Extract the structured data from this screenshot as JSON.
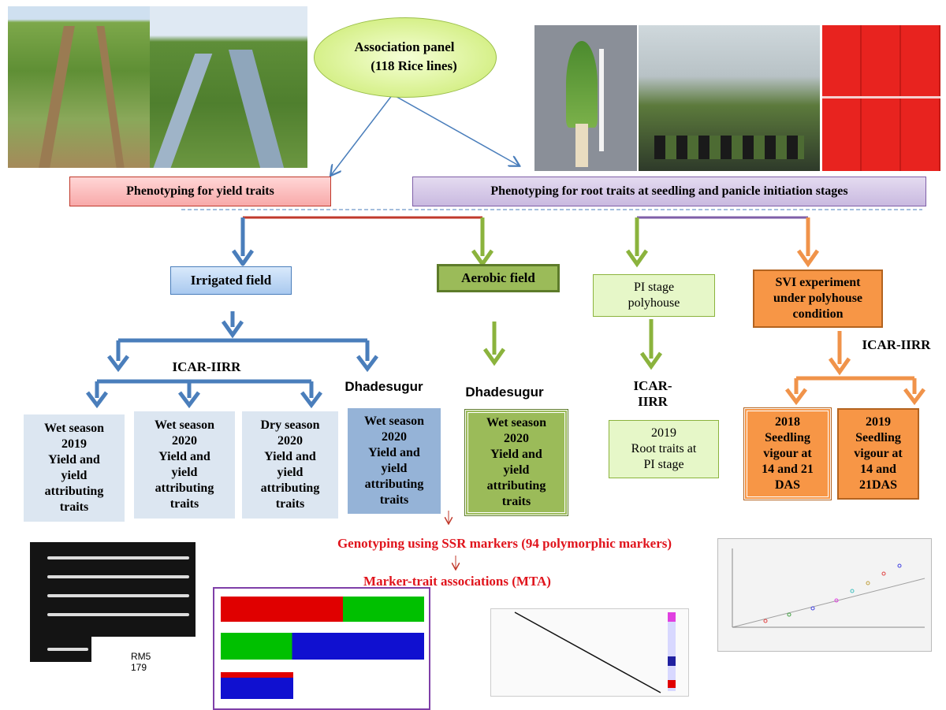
{
  "colors": {
    "blue_arrow": "#4a7ebb",
    "green_arrow": "#8bb33d",
    "orange_arrow": "#f0934a",
    "title_red": "#e0141c"
  },
  "panel": {
    "line1": "Association panel",
    "line2": "(118 Rice lines)"
  },
  "phenotyping": {
    "yield": "Phenotyping  for yield traits",
    "root": "Phenotyping for  root  traits at seedling and panicle initiation stages"
  },
  "fields": {
    "irrigated": "Irrigated field",
    "aerobic": "Aerobic field",
    "pi_stage": "PI stage\npolyhouse",
    "svi": "SVI experiment\nunder  polyhouse\ncondition"
  },
  "locations": {
    "icar_iirr_irrigated": "ICAR-IIRR",
    "dhadesugur_irrigated": "Dhadesugur",
    "dhadesugur_aerobic": "Dhadesugur",
    "icar_iirr_pi": "ICAR-\nIIRR",
    "icar_iirr_svi": "ICAR-IIRR"
  },
  "trials": {
    "wet2019": "Wet season\n2019\nYield and\nyield\nattributing\ntraits",
    "wet2020_a": "Wet season\n2020\nYield and\nyield\nattributing\ntraits",
    "dry2020": "Dry season\n2020\nYield and\nyield\nattributing\ntraits",
    "wet2020_dhad": "Wet season\n2020\nYield and\nyield\nattributing\ntraits",
    "wet2020_aerobic": "Wet season\n2020\nYield and\nyield\nattributing\ntraits",
    "root2019": "2019\nRoot traits at\nPI stage",
    "sv2018": "2018\nSeedling\nvigour  at\n14 and 21\nDAS",
    "sv2019": "2019\nSeedling\nvigour at\n14 and\n21DAS"
  },
  "genotyping": "Genotyping using SSR markers (94 polymorphic markers)",
  "mta": "Marker-trait associations (MTA)",
  "gel_label": "RM5\n179"
}
